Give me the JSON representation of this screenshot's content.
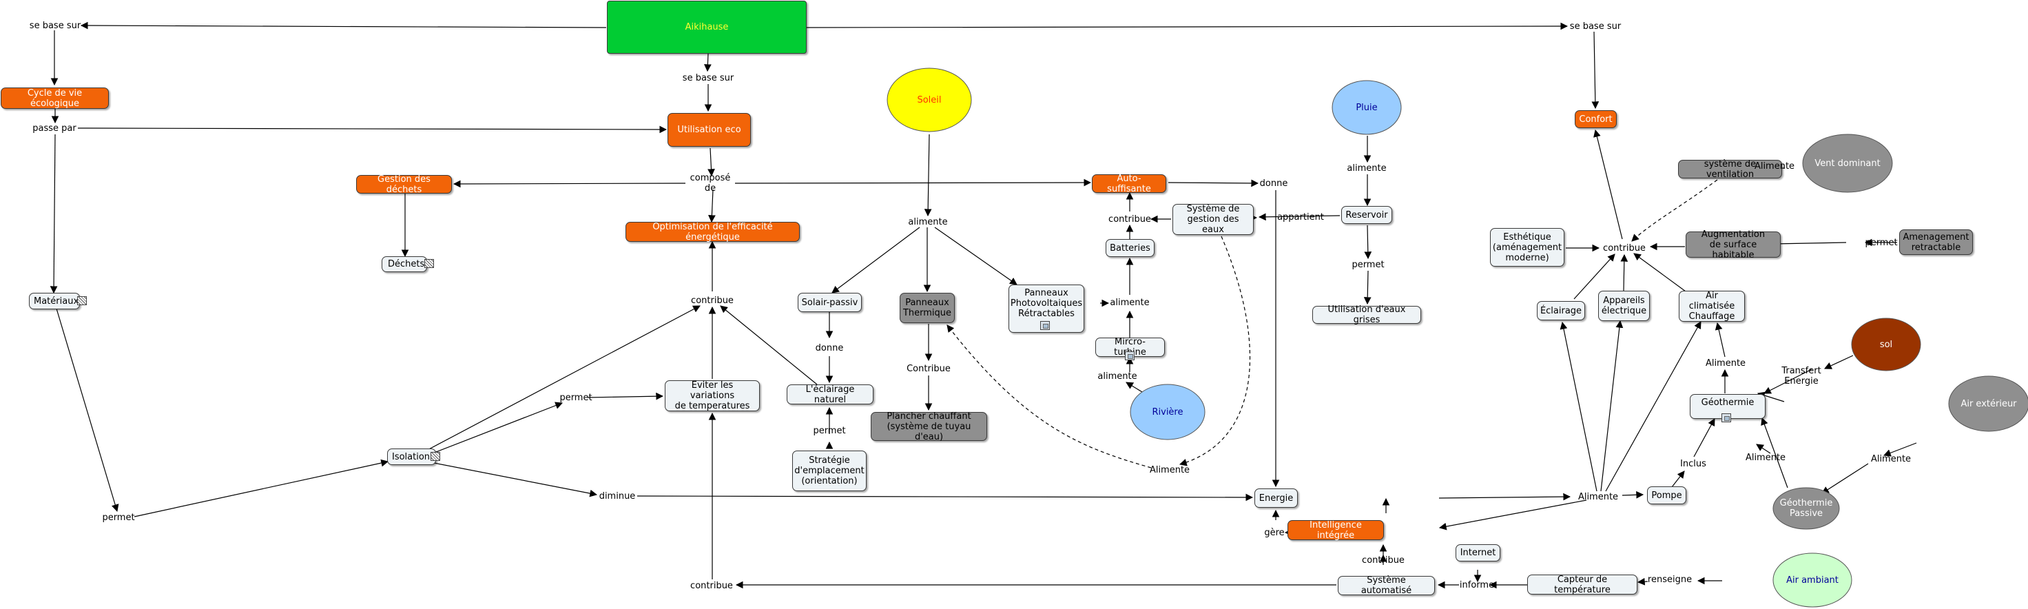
{
  "colors": {
    "orange": "#f26408",
    "green": "#01cc33",
    "gray_node": "#8f8f8f",
    "light_node": "#eef3f6",
    "yellow": "#ffff00",
    "blue": "#99ccff",
    "brown": "#993300",
    "mint": "#ccffcc",
    "edge": "#000000"
  },
  "concepts": [
    {
      "id": "aikihause",
      "label": "Aikihause",
      "style": "green",
      "resource": ""
    },
    {
      "id": "cycle",
      "label": "Cycle de vie écologique",
      "style": "orange",
      "resource": ""
    },
    {
      "id": "utileco",
      "label": "Utilisation eco",
      "style": "orange",
      "resource": ""
    },
    {
      "id": "confort",
      "label": "Confort",
      "style": "orange",
      "resource": ""
    },
    {
      "id": "gestion",
      "label": "Gestion des déchets",
      "style": "orange",
      "resource": ""
    },
    {
      "id": "optim",
      "label": "Optimisation de l'efficacité énergétique",
      "style": "orange",
      "resource": ""
    },
    {
      "id": "autosuff",
      "label": "Auto-suffisante",
      "style": "orange",
      "resource": ""
    },
    {
      "id": "intel",
      "label": "Intelligence intégrée",
      "style": "orange",
      "resource": ""
    },
    {
      "id": "dechets",
      "label": "Déchets",
      "style": "light",
      "resource": "cross-icon"
    },
    {
      "id": "materiaux",
      "label": "Matériaux",
      "style": "light",
      "resource": "cross-icon"
    },
    {
      "id": "isolation",
      "label": "Isolation",
      "style": "light",
      "resource": "cross-icon"
    },
    {
      "id": "eviter",
      "label": "Eviter les variations\nde temperatures",
      "style": "light",
      "resource": ""
    },
    {
      "id": "eclnat",
      "label": "L'éclairage naturel",
      "style": "light",
      "resource": ""
    },
    {
      "id": "strategie",
      "label": "Stratégie\nd'emplacement\n(orientation)",
      "style": "light",
      "resource": ""
    },
    {
      "id": "solpass",
      "label": "Solair-passiv",
      "style": "light",
      "resource": ""
    },
    {
      "id": "panth",
      "label": "Panneaux\nThermique",
      "style": "gray",
      "resource": ""
    },
    {
      "id": "plancher",
      "label": "Plancher chauffant\n(système de tuyau d'eau)",
      "style": "gray",
      "resource": ""
    },
    {
      "id": "panpv",
      "label": "Panneaux\nPhotovoltaiques\nRétractables",
      "style": "light",
      "resource": "document-icon"
    },
    {
      "id": "batteries",
      "label": "Batteries",
      "style": "light",
      "resource": ""
    },
    {
      "id": "mircro",
      "label": "Mircro-turbine",
      "style": "light",
      "resource": "document-icon"
    },
    {
      "id": "sysgest",
      "label": "Système de\ngestion des eaux",
      "style": "light",
      "resource": ""
    },
    {
      "id": "reservoir",
      "label": "Reservoir",
      "style": "light",
      "resource": ""
    },
    {
      "id": "eauxgrises",
      "label": "Utilisation d'eaux grises",
      "style": "light",
      "resource": ""
    },
    {
      "id": "energie",
      "label": "Energie",
      "style": "light",
      "resource": ""
    },
    {
      "id": "internet",
      "label": "Internet",
      "style": "light",
      "resource": ""
    },
    {
      "id": "sysauto",
      "label": "Système automatisé",
      "style": "light",
      "resource": ""
    },
    {
      "id": "capteur",
      "label": "Capteur de température",
      "style": "light",
      "resource": ""
    },
    {
      "id": "esthetique",
      "label": "Esthétique\n(aménagement\nmoderne)",
      "style": "light",
      "resource": ""
    },
    {
      "id": "ventil",
      "label": "système de ventilation",
      "style": "gray",
      "resource": ""
    },
    {
      "id": "augm",
      "label": "Augmentation\nde surface habitable",
      "style": "gray",
      "resource": ""
    },
    {
      "id": "amen",
      "label": "Amenagement\nretractable",
      "style": "gray",
      "resource": ""
    },
    {
      "id": "eclairage",
      "label": "Éclairage",
      "style": "light",
      "resource": ""
    },
    {
      "id": "appareils",
      "label": "Appareils\nélectrique",
      "style": "light",
      "resource": ""
    },
    {
      "id": "airclim",
      "label": "Air climatisée\nChauffage",
      "style": "light",
      "resource": ""
    },
    {
      "id": "geoth",
      "label": "Géothermie",
      "style": "light",
      "resource": "document-icon"
    },
    {
      "id": "pompe",
      "label": "Pompe",
      "style": "light",
      "resource": ""
    }
  ],
  "ellipse_concepts": [
    {
      "id": "soleil",
      "label": "Soleil",
      "fill": "#ffff00",
      "text_color": "#ff3300"
    },
    {
      "id": "pluie",
      "label": "Pluie",
      "fill": "#99ccff",
      "text_color": "#000099"
    },
    {
      "id": "riviere",
      "label": "Rivière",
      "fill": "#99ccff",
      "text_color": "#000099"
    },
    {
      "id": "ventdom",
      "label": "Vent dominant",
      "fill": "#8f8f8f",
      "text_color": "#ffffff"
    },
    {
      "id": "sol",
      "label": "sol",
      "fill": "#993300",
      "text_color": "#ffffff"
    },
    {
      "id": "airext",
      "label": "Air extérieur",
      "fill": "#8f8f8f",
      "text_color": "#ffffff"
    },
    {
      "id": "geopass",
      "label": "Géothermie\nPassive",
      "fill": "#8f8f8f",
      "text_color": "#ffffff"
    },
    {
      "id": "airamb",
      "label": "Air ambiant",
      "fill": "#ccffcc",
      "text_color": "#000099"
    }
  ],
  "linking_phrases": [
    {
      "id": "l_sebase1",
      "label": "se base sur"
    },
    {
      "id": "l_sebase2",
      "label": "se base sur"
    },
    {
      "id": "l_sebase3",
      "label": "se base sur"
    },
    {
      "id": "l_passe",
      "label": "passe par"
    },
    {
      "id": "l_compose",
      "label": "composé de"
    },
    {
      "id": "l_donne1",
      "label": "donne"
    },
    {
      "id": "l_alimente_sol",
      "label": "alimente"
    },
    {
      "id": "l_contribue_opt",
      "label": "contribue"
    },
    {
      "id": "l_permet_iso",
      "label": "permet"
    },
    {
      "id": "l_donne2",
      "label": "donne"
    },
    {
      "id": "l_permet_strat",
      "label": "permet"
    },
    {
      "id": "l_contribue_pt",
      "label": "Contribue"
    },
    {
      "id": "l_alimente_pv",
      "label": "alimente"
    },
    {
      "id": "l_alimente_riv",
      "label": "alimente"
    },
    {
      "id": "l_contribue_bat",
      "label": "contribue"
    },
    {
      "id": "l_appartient",
      "label": "appartient"
    },
    {
      "id": "l_alimente_pl",
      "label": "alimente"
    },
    {
      "id": "l_permet_res",
      "label": "permet"
    },
    {
      "id": "l_permet_mat",
      "label": "permet"
    },
    {
      "id": "l_diminue",
      "label": "diminue"
    },
    {
      "id": "l_alimente_bas",
      "label": "Alimente"
    },
    {
      "id": "l_alimente_en",
      "label": "Alimente"
    },
    {
      "id": "l_gere",
      "label": "gère"
    },
    {
      "id": "l_contribue_sa",
      "label": "contribue"
    },
    {
      "id": "l_informe",
      "label": "informe"
    },
    {
      "id": "l_renseigne",
      "label": "renseigne"
    },
    {
      "id": "l_contribue_bot",
      "label": "contribue"
    },
    {
      "id": "l_contribue_conf",
      "label": "contribue"
    },
    {
      "id": "l_alimente_vent",
      "label": "Alimente"
    },
    {
      "id": "l_permet_amen",
      "label": "permet"
    },
    {
      "id": "l_alimente_geo",
      "label": "Alimente"
    },
    {
      "id": "l_transfert",
      "label": "Transfert\nEnergie"
    },
    {
      "id": "l_inclus",
      "label": "Inclus"
    },
    {
      "id": "l_alimente_gp",
      "label": "Alimente"
    },
    {
      "id": "l_alimente_air",
      "label": "Alimente"
    }
  ]
}
